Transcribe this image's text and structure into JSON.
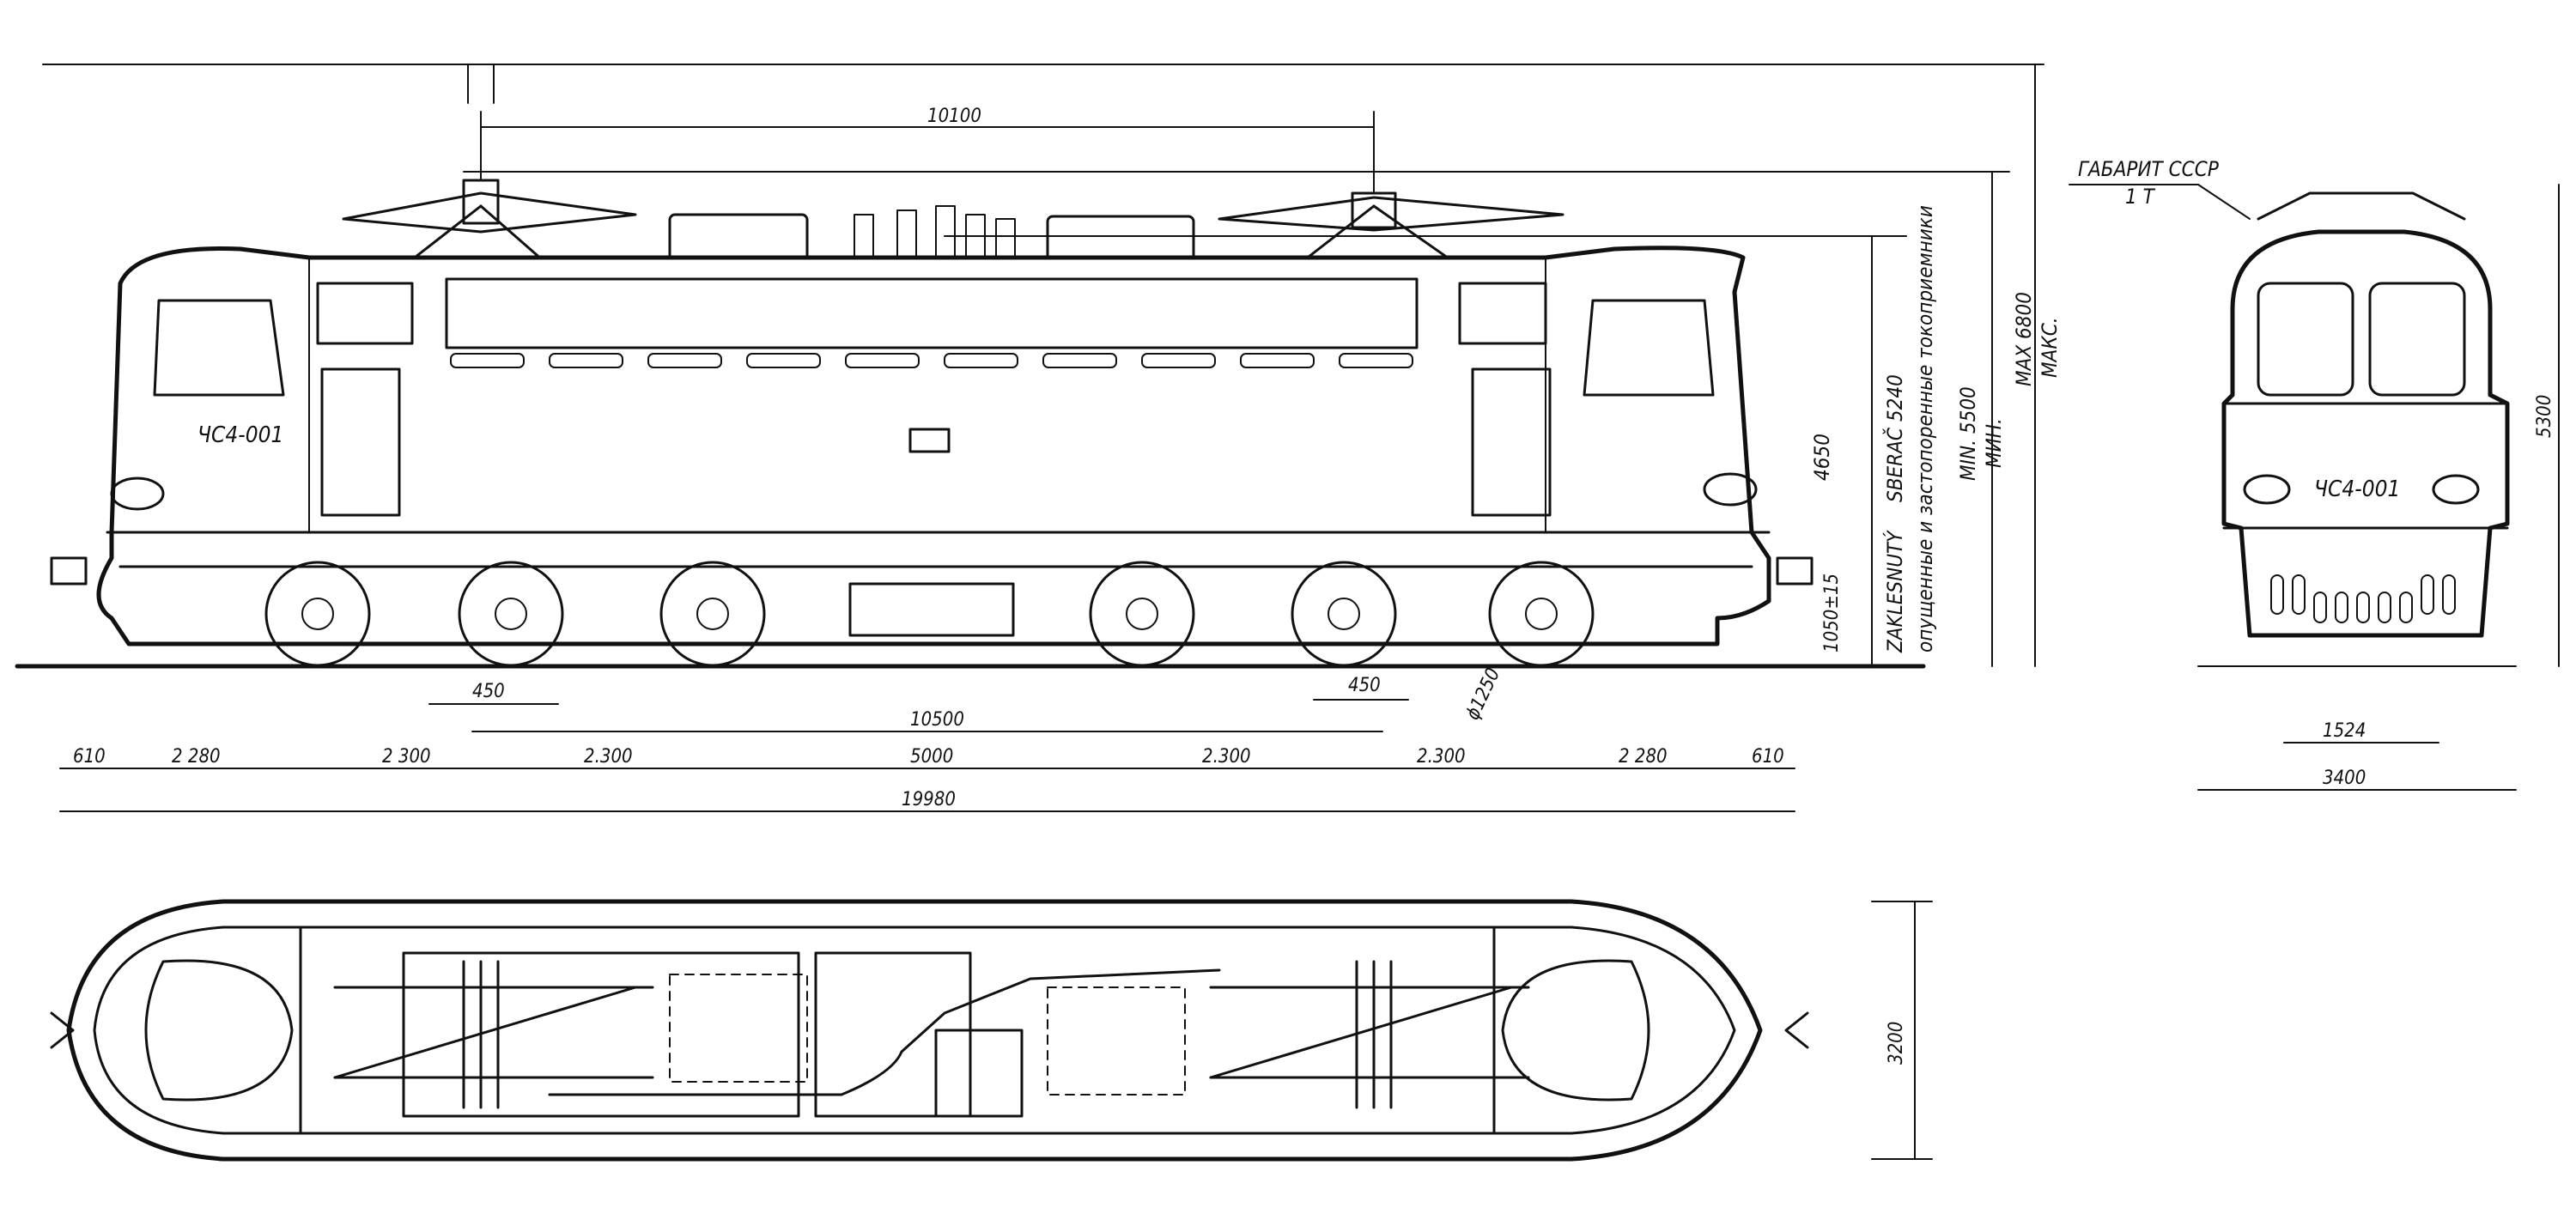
{
  "front_view_caption": "ГАБАРИТ СССР",
  "front_view_caption2": "1 T",
  "loco_number_side": "ЧС4-001",
  "loco_number_front": "ЧС4-001",
  "dims": {
    "pantograph_spacing": "10100",
    "bogie_centers": "10500",
    "overall_length": "19980",
    "axle_offset_left": "450",
    "axle_offset_right": "450",
    "wheel_diameter": "ϕ1250",
    "buffer_height": "1050±15",
    "end_left": "610",
    "end_right": "610",
    "seg_2280_left": "2 280",
    "seg_2300_a": "2 300",
    "seg_2300_b": "2.300",
    "seg_5000": "5000",
    "seg_2300_c": "2.300",
    "seg_2300_d": "2.300",
    "seg_2280_right": "2 280",
    "height_4650": "4650",
    "height_5300": "5300",
    "gauge_1524": "1524",
    "width_3400": "3400",
    "width_3200": "3200"
  },
  "vertical_labels": {
    "zaklesnuty": "ZAKLESNUTÝ",
    "opushchennye": "опущенные и застопоренные токоприемники",
    "sberac": "SBERAČ 5240",
    "min": "MIN. 5500",
    "min_ru": "МИН.",
    "max": "MAX 6800",
    "max_ru": "МАКС."
  }
}
